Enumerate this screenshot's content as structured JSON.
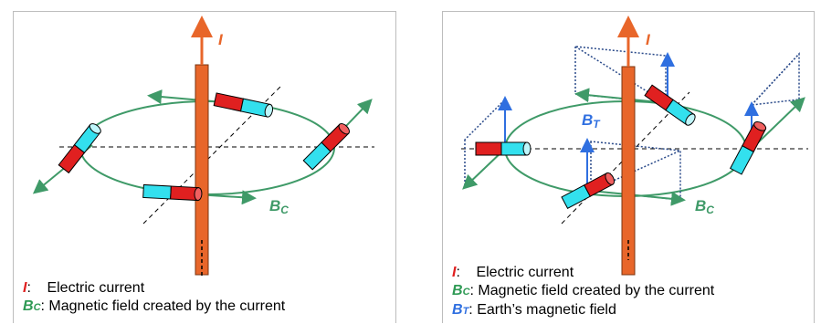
{
  "left_panel": {
    "label_I": "I",
    "label_B": "B",
    "label_B_sub": "C",
    "legend": [
      {
        "symbol": "I",
        "sub": "",
        "sep": ":",
        "text": "Electric current"
      },
      {
        "symbol": "B",
        "sub": "C",
        "sep": ":",
        "text": "Magnetic field created by the current"
      }
    ]
  },
  "right_panel": {
    "label_I": "I",
    "label_BC": "B",
    "label_BC_sub": "C",
    "label_BT": "B",
    "label_BT_sub": "T",
    "legend": [
      {
        "symbol": "I",
        "sub": "",
        "sep": ":",
        "text": "Electric current"
      },
      {
        "symbol": "B",
        "sub": "C",
        "sep": ":",
        "text": "Magnetic field created by the current"
      },
      {
        "symbol": "B",
        "sub": "T",
        "sep": ":",
        "text": "Earth’s magnetic field"
      }
    ]
  },
  "colors": {
    "current": "#e8662a",
    "field_circle": "#3f9a68",
    "earth_field": "#2f6fe0",
    "needle_red": "#e02020",
    "needle_cyan": "#33e0ee"
  }
}
